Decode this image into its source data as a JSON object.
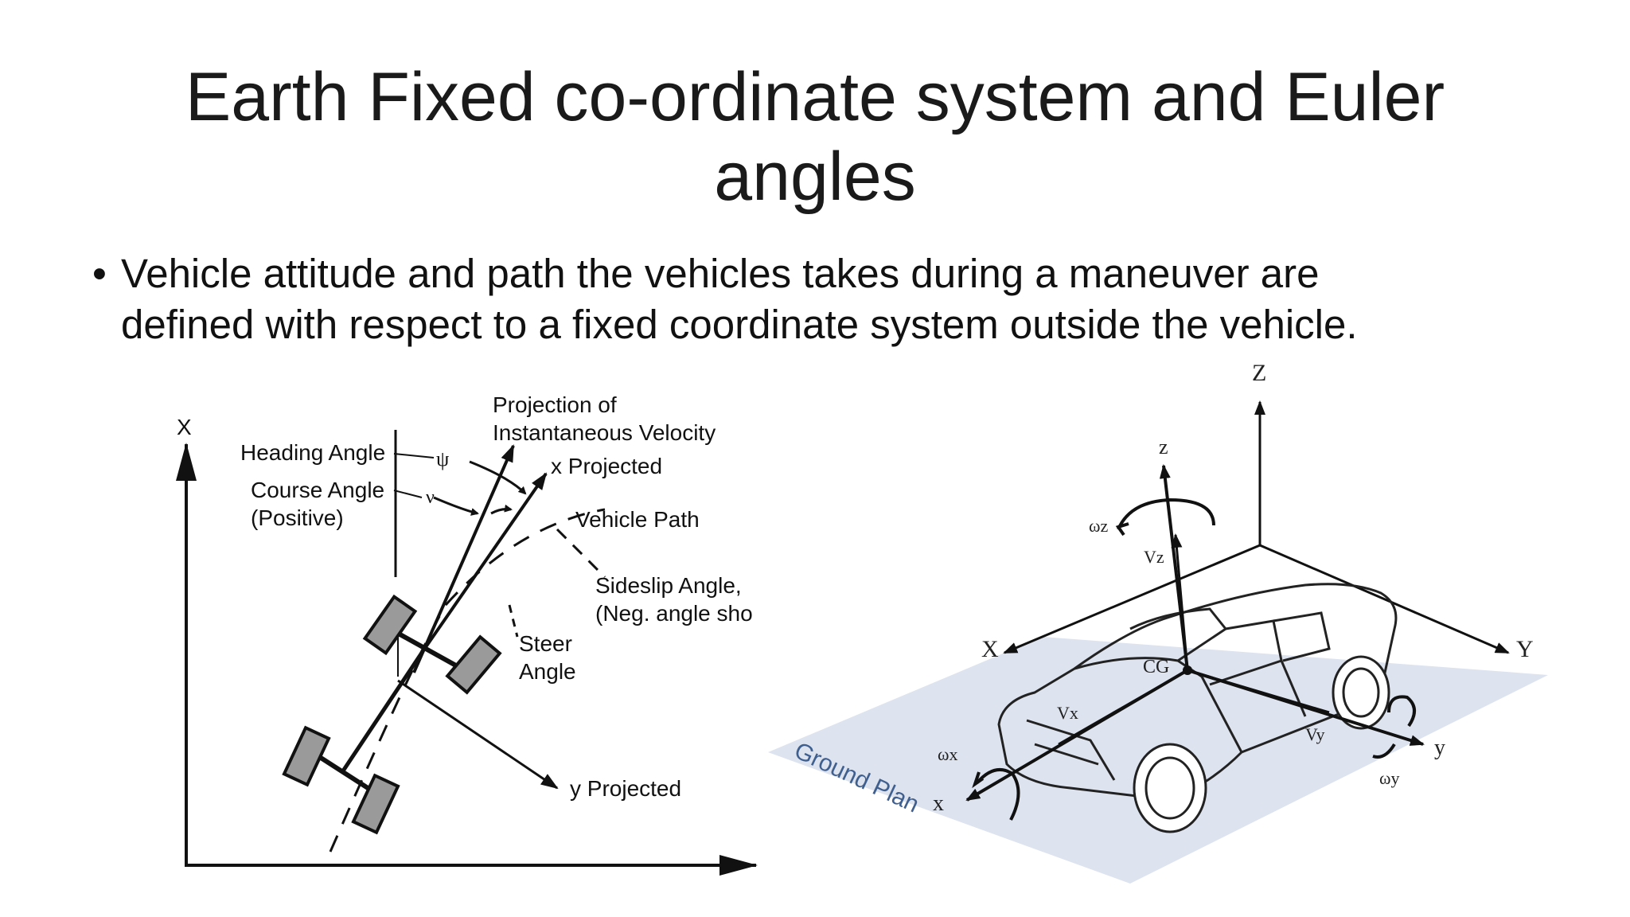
{
  "slide": {
    "title_line1": "Earth Fixed co-ordinate system and Euler",
    "title_line2": "angles",
    "bullet": "Vehicle attitude and path the vehicles takes during a maneuver are",
    "bullet_line2": "defined with respect to a fixed coordinate system outside the vehicle."
  },
  "left_diagram": {
    "axis_x": "X",
    "projection_1": "Projection of",
    "projection_2": "Instantaneous Velocity",
    "heading": "Heading Angle",
    "psi": "ψ",
    "x_projected": "x Projected",
    "course_1": "Course Angle",
    "course_2": "(Positive)",
    "nu": "ν",
    "vehicle_path": "Vehicle Path",
    "sideslip_1": "Sideslip Angle,",
    "sideslip_2": "(Neg. angle sho",
    "steer_1": "Steer",
    "steer_2": "Angle",
    "y_projected": "y Projected"
  },
  "right_diagram": {
    "Z": "Z",
    "z": "z",
    "wz": "ωz",
    "Vz": "Vz",
    "X": "X",
    "Y": "Y",
    "CG": "CG",
    "Vx": "Vx",
    "Vy": "Vy",
    "wx": "ωx",
    "wy": "ωy",
    "x": "x",
    "y": "y",
    "ground": "Ground Plan"
  }
}
